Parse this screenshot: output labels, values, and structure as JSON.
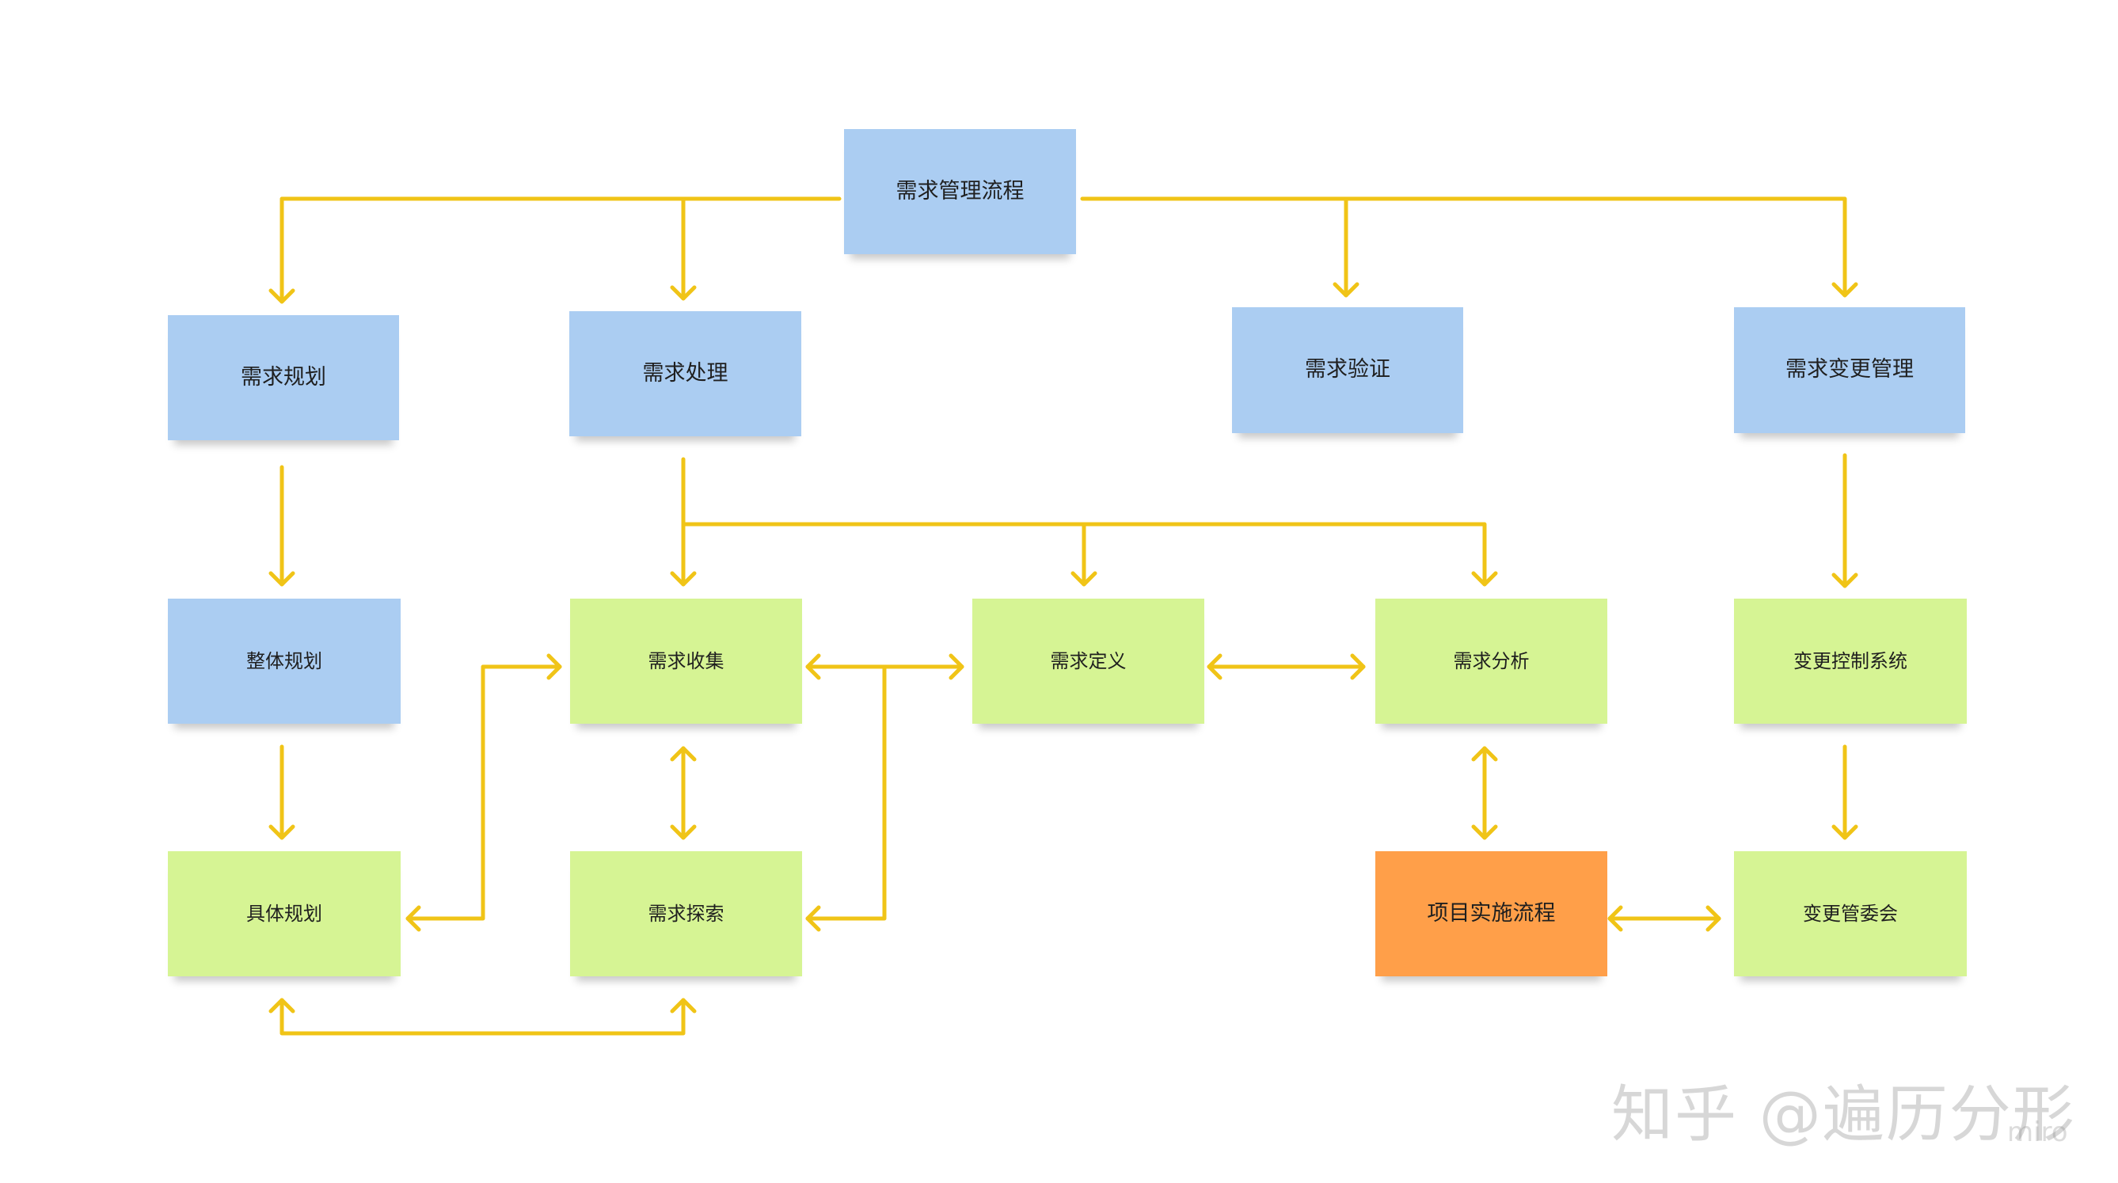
{
  "diagram": {
    "line_color": "#f0c417",
    "colors": {
      "blue": "#abcdf2",
      "green": "#d6f494",
      "orange": "#ff9f49"
    },
    "root": "需求管理流程",
    "level1": [
      "需求规划",
      "需求处理",
      "需求验证",
      "需求变更管理"
    ],
    "planning": [
      "整体规划",
      "具体规划"
    ],
    "processing": [
      "需求收集",
      "需求定义",
      "需求分析",
      "需求探索"
    ],
    "project": "项目实施流程",
    "change": [
      "变更控制系统",
      "变更管委会"
    ]
  },
  "watermark": "知乎 @遍历分形",
  "brand": "miro"
}
